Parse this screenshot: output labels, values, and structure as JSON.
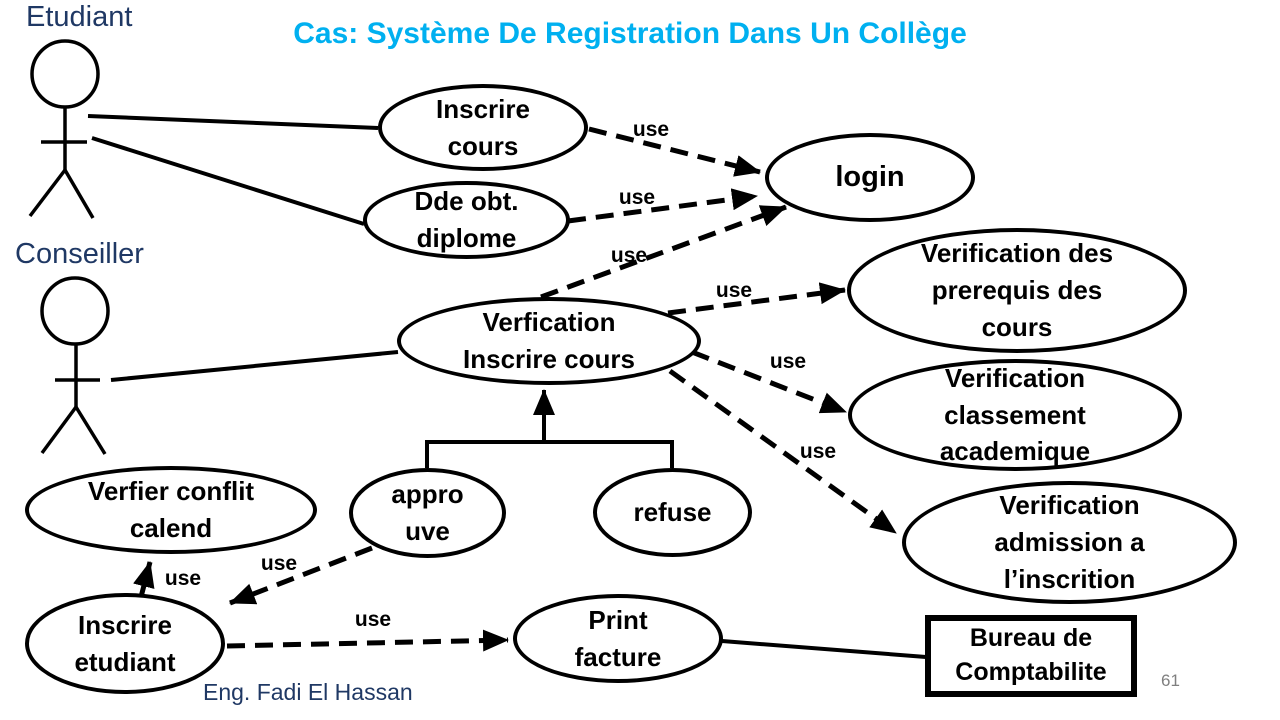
{
  "title": "Cas: Système De Registration Dans Un Collège",
  "actors": {
    "etudiant": {
      "label": "Etudiant"
    },
    "conseiller": {
      "label": "Conseiller"
    }
  },
  "use_cases": {
    "inscrire_cours": {
      "label": "Inscrire\ncours"
    },
    "dde_obt_diplome": {
      "label": "Dde obt.\ndiplome"
    },
    "login": {
      "label": "login"
    },
    "verification_prerequis": {
      "label": "Verification des\nprerequis des\ncours"
    },
    "verfication_inscrire_cours": {
      "label": "Verfication\nInscrire cours"
    },
    "verification_classement": {
      "label": "Verification\nclassement\nacademique"
    },
    "verification_admission": {
      "label": "Verification\nadmission a\nl’inscrition"
    },
    "verfier_conflit_calend": {
      "label": "Verfier conflit\ncalend"
    },
    "approuve": {
      "label": "appro\nuve"
    },
    "refuse": {
      "label": "refuse"
    },
    "inscrire_etudiant": {
      "label": "Inscrire\netudiant"
    },
    "print_facture": {
      "label": "Print\nfacture"
    }
  },
  "system_box": {
    "label": "Bureau de\nComptabilite"
  },
  "connector_label": "use",
  "footer": {
    "author": "Eng. Fadi El Hassan",
    "page_number": "61"
  },
  "colors": {
    "title": "#00B0F0",
    "actor_text": "#1F3864",
    "shape_stroke": "#000000",
    "page_number": "#7F7F7F"
  }
}
